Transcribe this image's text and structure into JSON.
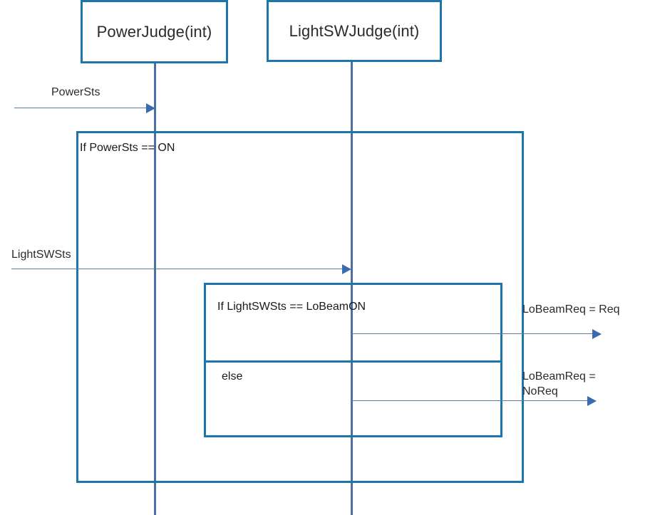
{
  "diagram": {
    "type": "uml-sequence-diagram",
    "background_color": "#ffffff",
    "frame_color": "#1c75ab",
    "lifeline_color": "#4a6fa5",
    "arrow_color": "#5a7aa8",
    "arrowhead_color": "#3a6bb0"
  },
  "participants": [
    {
      "id": "power-judge",
      "label": "PowerJudge(int)"
    },
    {
      "id": "lightsw-judge",
      "label": "LightSWJudge(int)"
    }
  ],
  "fragments": [
    {
      "id": "outer-if",
      "label": "If  PowerSts == ON"
    },
    {
      "id": "inner-if",
      "label": "If  LightSWSts == LoBeamON",
      "else_label": "else"
    }
  ],
  "messages": [
    {
      "id": "power-sts",
      "label": "PowerSts"
    },
    {
      "id": "lightsw-sts",
      "label": "LightSWSts"
    },
    {
      "id": "lobeamreq-req",
      "label": "LoBeamReq = Req"
    },
    {
      "id": "lobeamreq-noreq",
      "label": "LoBeamReq = NoReq"
    }
  ]
}
